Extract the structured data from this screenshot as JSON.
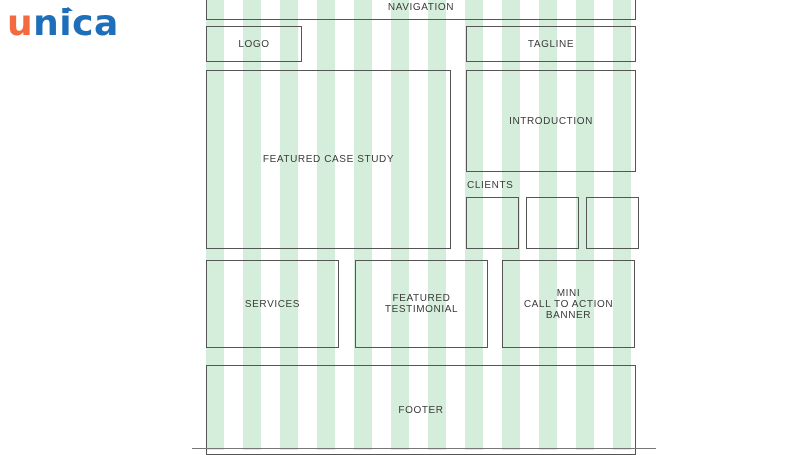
{
  "brand": {
    "name": "unica",
    "first_letter": "u",
    "rest": "nica",
    "accent_color": "#f26a3d",
    "brand_color": "#1e6fb9"
  },
  "colors": {
    "stripe": "#d5eedb",
    "border": "#555555",
    "text": "#3a3a3a"
  },
  "grid": {
    "columns": 12
  },
  "sections": {
    "navigation": "NAVIGATION",
    "logo": "LOGO",
    "tagline": "TAGLINE",
    "featured_case_study": "FEATURED CASE STUDY",
    "introduction": "INTRODUCTION",
    "clients": "CLIENTS",
    "services": "SERVICES",
    "featured_testimonial": "FEATURED\nTESTIMONIAL",
    "mini_cta_banner": "MINI\nCALL TO ACTION\nBANNER",
    "footer": "FOOTER"
  }
}
